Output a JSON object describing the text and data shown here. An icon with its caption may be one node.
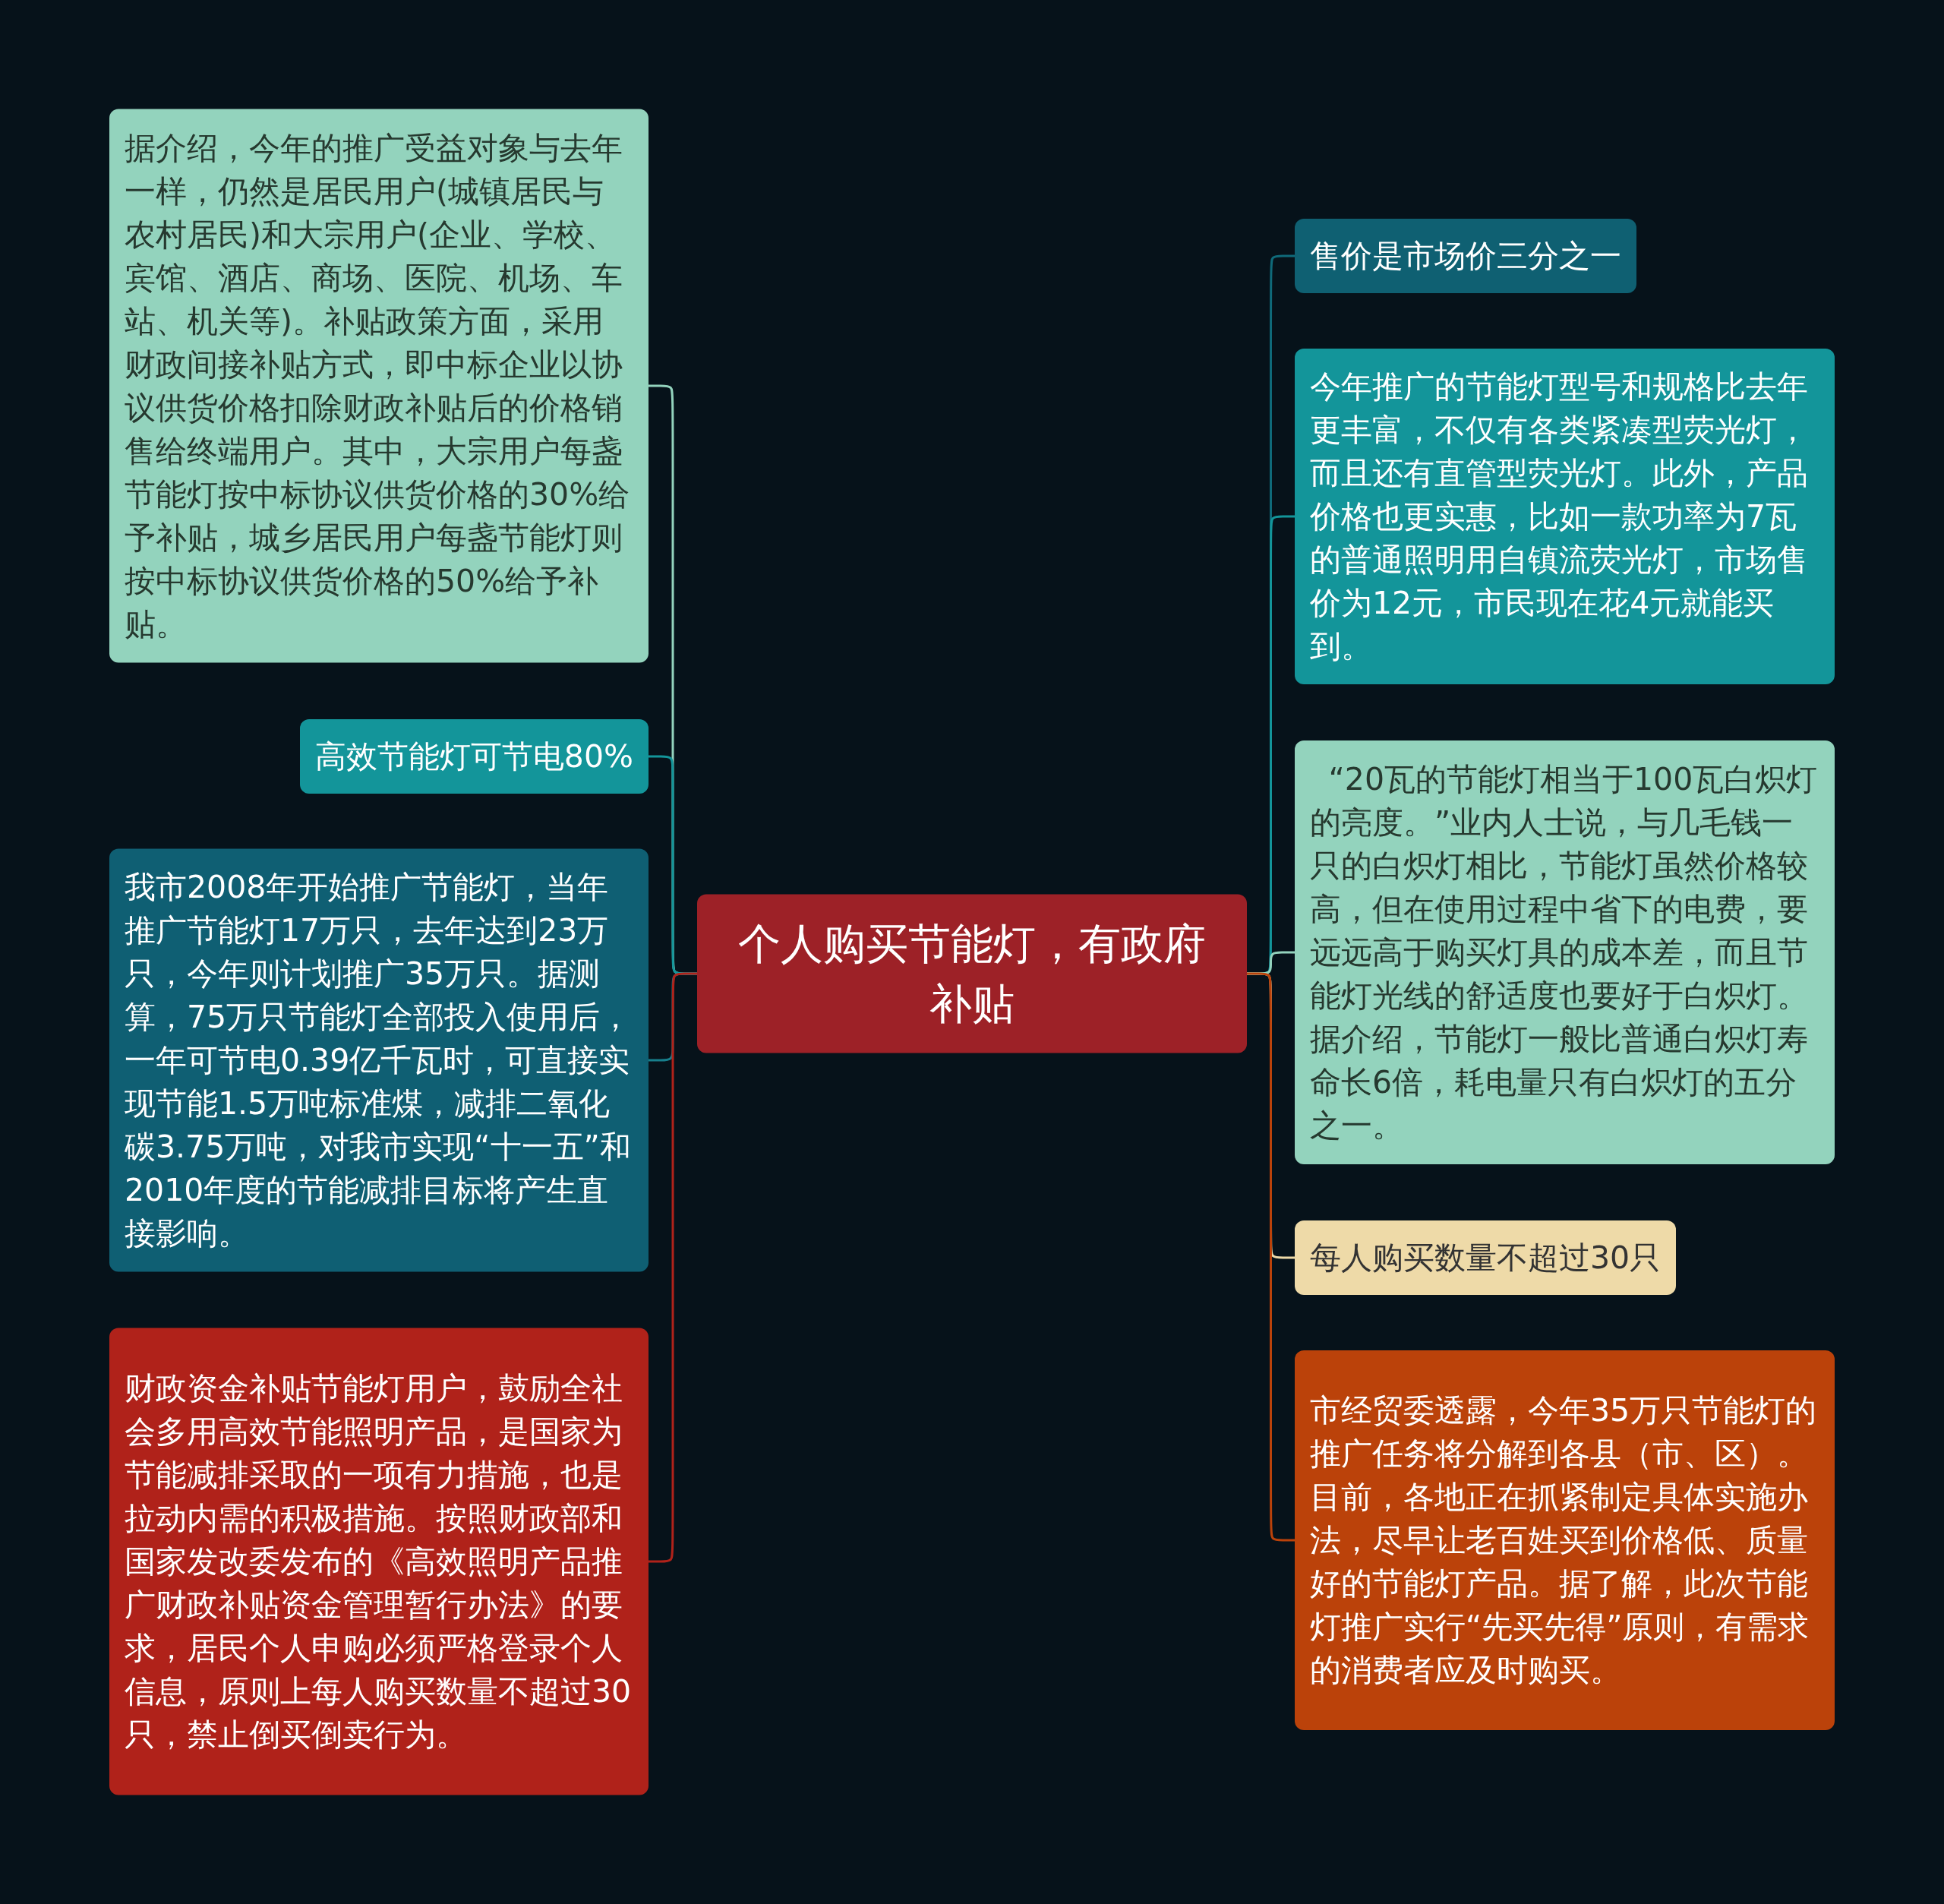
{
  "diagram": {
    "nodes": [
      {
        "text": [
          "个人购买节能灯，有政府补贴"
        ]
      },
      {
        "text": [
          "据介绍，今年的推广受益对象与去年一样，仍然是居民用户(城镇居民与农村居民)和大宗用户(企业、学校、宾馆、酒店、商场、医院、机场、车站、机关等)。补贴政策方面，采用财政间接补贴方式，即中标企业以协议供货价格扣除财政补贴后的价格销售给终端用户。其中，大宗用户每盏节能灯按中标协议供货价格的30%给予补贴，城乡居民用户每盏节能灯则按中标协议供货价格的50%给予补贴。"
        ]
      },
      {
        "text": [
          "高效节能灯可节电80%"
        ]
      },
      {
        "text": [
          "我市2008年开始推广节能灯，当年推广节能灯17万只，去年达到23万只，今年则计划推广35万只。据测算，75万只节能灯全部投入使用后，一年可节电0.39亿千瓦时，可直接实现节能1.5万吨标准煤，减排二氧化碳3.75万吨，对我市实现“十一五”和2010年度的节能减排目标将产生直接影响。"
        ]
      },
      {
        "text": [
          "财政资金补贴节能灯用户，鼓励全社会多用高效节能照明产品，是国家为节能减排采取的一项有力措施，也是拉动内需的积极措施。按照财政部和国家发改委发布的《高效照明产品推广财政补贴资金管理暂行办法》的要求，居民个人申购必须严格登录个人信息，原则上每人购买数量不超过30只，禁止倒买倒卖行为。"
        ]
      },
      {
        "text": [
          "售价是市场价三分之一"
        ]
      },
      {
        "text": [
          "今年推广的节能灯型号和规格比去年更丰富，不仅有各类紧凑型荧光灯，而且还有直管型荧光灯。此外，产品价格也更实惠，比如一款功率为7瓦的普通照明用自镇流荧光灯，市场售价为12元，市民现在花4元就能买到。"
        ]
      },
      {
        "text": [
          "“20瓦的节能灯相当于100瓦白炽灯的亮度。”业内人士说，与几毛钱一只的白炽灯相比，节能灯虽然价格较高，但在使用过程中省下的电费，要远远高于购买灯具的成本差，而且节能灯光线的舒适度也要好于白炽灯。据介绍，节能灯一般比普通白炽灯寿命长6倍，耗电量只有白炽灯的五分之一。"
        ]
      },
      {
        "text": [
          "每人购买数量不超过30只"
        ]
      },
      {
        "text": [
          "市经贸委透露，今年35万只节能灯的推广任务将分解到各县（市、区）。目前，各地正在抓紧制定具体实施办法，尽早让老百姓买到价格低、质量好的节能灯产品。据了解，此次节能灯推广实行“先买先得”原则，有需求的消费者应及时购买。"
        ]
      }
    ],
    "edges": [
      {
        "from": 0,
        "to": 1,
        "arrow": "none",
        "color": "#93d3bd"
      },
      {
        "from": 0,
        "to": 2,
        "arrow": "none",
        "color": "#13959a"
      },
      {
        "from": 0,
        "to": 3,
        "arrow": "none",
        "color": "#177f8c"
      },
      {
        "from": 0,
        "to": 4,
        "arrow": "none",
        "color": "#b0221a"
      },
      {
        "from": 0,
        "to": 5,
        "arrow": "none",
        "color": "#0f6a7a"
      },
      {
        "from": 0,
        "to": 6,
        "arrow": "none",
        "color": "#13959a"
      },
      {
        "from": 0,
        "to": 7,
        "arrow": "none",
        "color": "#93d3bd"
      },
      {
        "from": 0,
        "to": 8,
        "arrow": "none",
        "color": "#eedaa8"
      },
      {
        "from": 0,
        "to": 9,
        "arrow": "none",
        "color": "#bb420a"
      }
    ]
  }
}
